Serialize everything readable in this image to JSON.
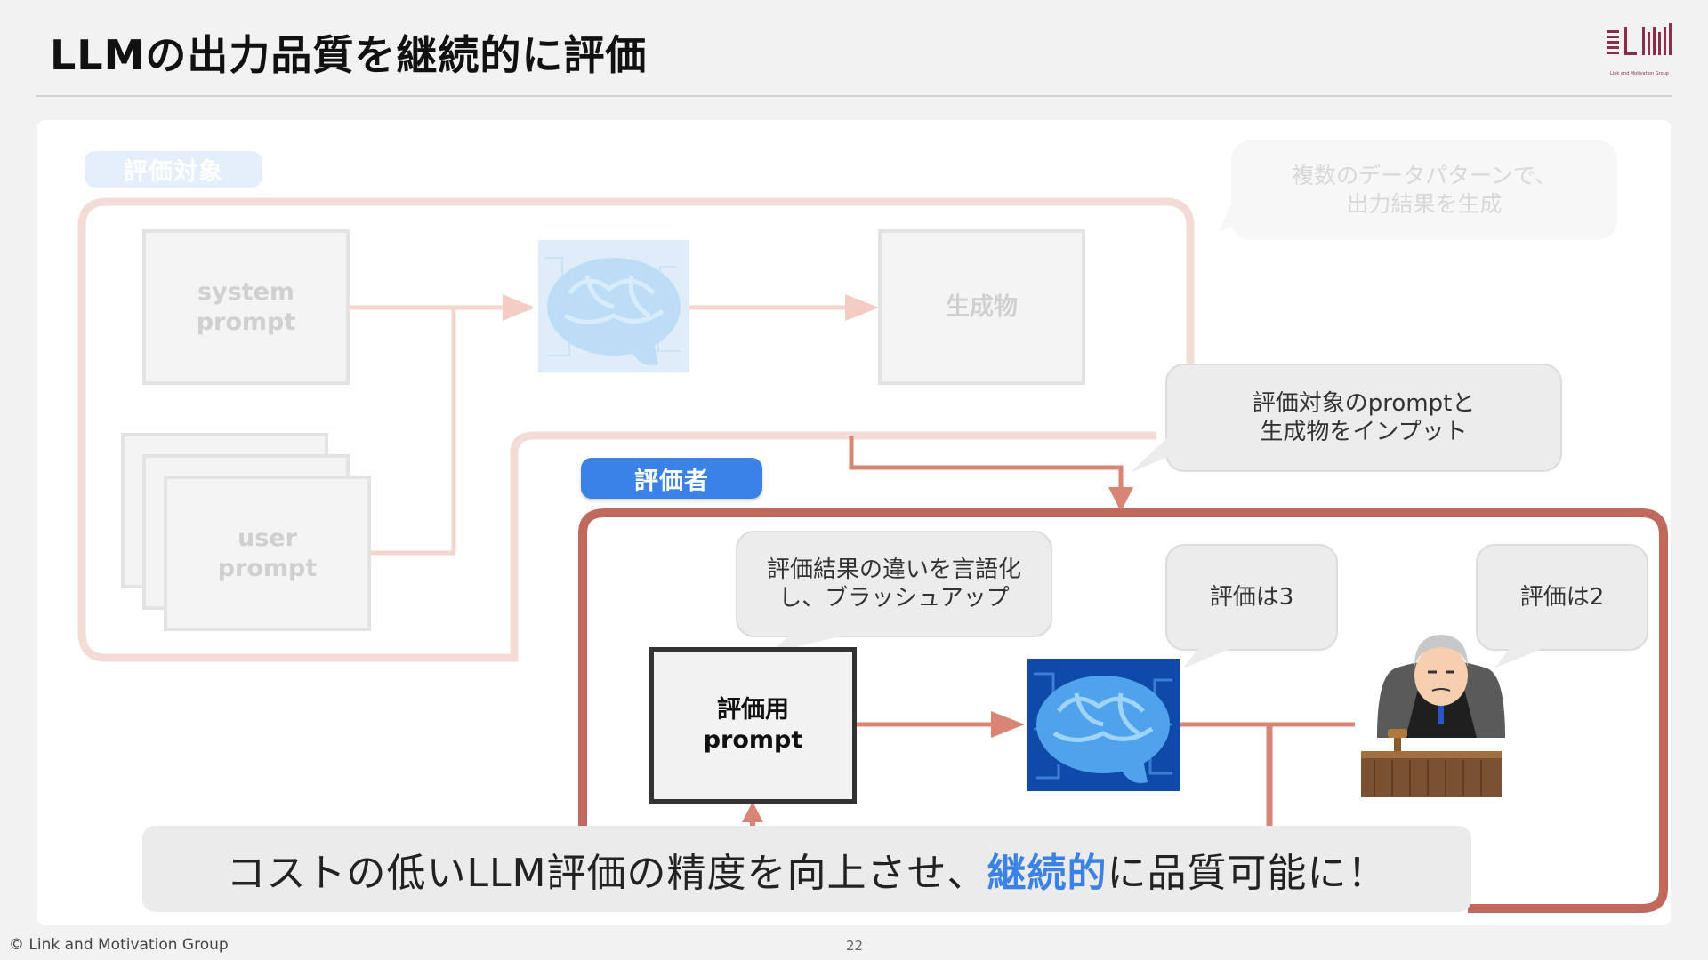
{
  "slide": {
    "title": "LLMの出力品質を継続的に評価",
    "page_number": "22",
    "copyright": "© Link and Motivation Group",
    "logo_caption": "Link and Motivation Group"
  },
  "target_section": {
    "tag": "評価対象",
    "system_prompt": "system\nprompt",
    "user_prompt": "user\nprompt",
    "output": "生成物",
    "note": "複数のデータパターンで、\n出力結果を生成"
  },
  "evaluator_section": {
    "tag": "評価者",
    "input_note": "評価対象のpromptと\n生成物をインプット",
    "refine_note": "評価結果の違いを言語化\nし、ブラッシュアップ",
    "eval_prompt": "評価用\nprompt",
    "llm_score": "評価は3",
    "human_score": "評価は2"
  },
  "banner": {
    "before": "コストの低いLLM評価の精度を向上させ、",
    "highlight": "継続的",
    "after": "に品質可能に！"
  },
  "colors": {
    "accent_blue": "#3b82e6",
    "evaluator_frame": "#c0695c",
    "arrow": "#d98575",
    "faded_frame": "#f3dcd6"
  },
  "icons": [
    "brain-icon",
    "brain-icon",
    "judge-illustration",
    "company-logo"
  ]
}
